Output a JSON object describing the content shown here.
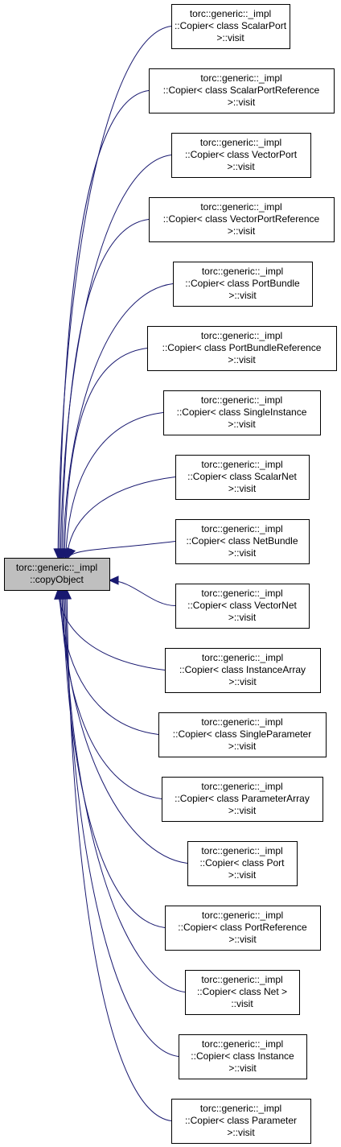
{
  "colors": {
    "edge": "#191970",
    "border": "#000000",
    "root_fill": "#bfbfbf",
    "node_fill": "#ffffff"
  },
  "root": {
    "lines": [
      "torc::generic::_impl",
      "::copyObject"
    ]
  },
  "callers": [
    {
      "lines": [
        "torc::generic::_impl",
        "::Copier< class ScalarPort",
        ">::visit"
      ]
    },
    {
      "lines": [
        "torc::generic::_impl",
        "::Copier< class ScalarPortReference",
        ">::visit"
      ]
    },
    {
      "lines": [
        "torc::generic::_impl",
        "::Copier< class VectorPort",
        ">::visit"
      ]
    },
    {
      "lines": [
        "torc::generic::_impl",
        "::Copier< class VectorPortReference",
        ">::visit"
      ]
    },
    {
      "lines": [
        "torc::generic::_impl",
        "::Copier< class PortBundle",
        ">::visit"
      ]
    },
    {
      "lines": [
        "torc::generic::_impl",
        "::Copier< class PortBundleReference",
        ">::visit"
      ]
    },
    {
      "lines": [
        "torc::generic::_impl",
        "::Copier< class SingleInstance",
        ">::visit"
      ]
    },
    {
      "lines": [
        "torc::generic::_impl",
        "::Copier< class ScalarNet",
        ">::visit"
      ]
    },
    {
      "lines": [
        "torc::generic::_impl",
        "::Copier< class NetBundle",
        ">::visit"
      ]
    },
    {
      "lines": [
        "torc::generic::_impl",
        "::Copier< class VectorNet",
        ">::visit"
      ]
    },
    {
      "lines": [
        "torc::generic::_impl",
        "::Copier< class InstanceArray",
        ">::visit"
      ]
    },
    {
      "lines": [
        "torc::generic::_impl",
        "::Copier< class SingleParameter",
        ">::visit"
      ]
    },
    {
      "lines": [
        "torc::generic::_impl",
        "::Copier< class ParameterArray",
        ">::visit"
      ]
    },
    {
      "lines": [
        "torc::generic::_impl",
        "::Copier< class Port",
        ">::visit"
      ]
    },
    {
      "lines": [
        "torc::generic::_impl",
        "::Copier< class PortReference",
        ">::visit"
      ]
    },
    {
      "lines": [
        "torc::generic::_impl",
        "::Copier< class Net >",
        "::visit"
      ]
    },
    {
      "lines": [
        "torc::generic::_impl",
        "::Copier< class Instance",
        ">::visit"
      ]
    },
    {
      "lines": [
        "torc::generic::_impl",
        "::Copier< class Parameter",
        ">::visit"
      ]
    }
  ]
}
